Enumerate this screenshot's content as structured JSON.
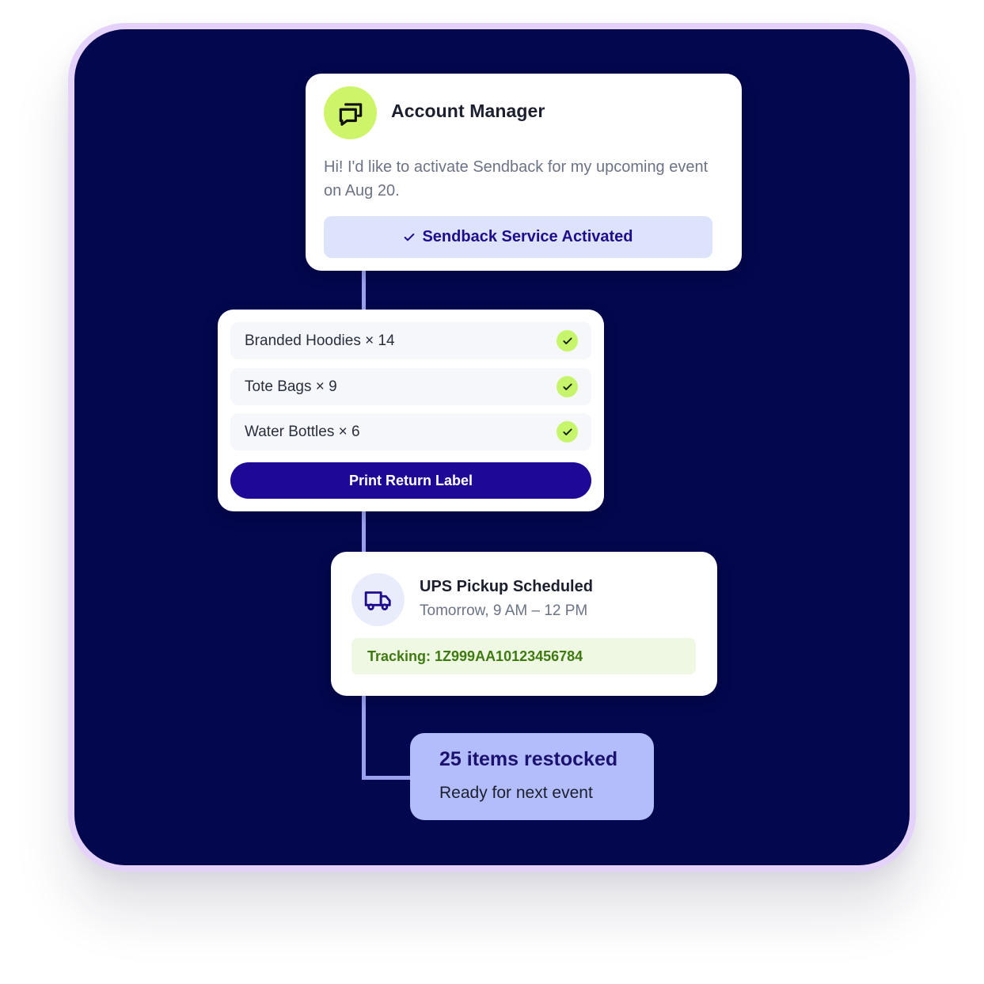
{
  "account_card": {
    "title": "Account Manager",
    "message": "Hi! I'd like to activate Sendback for my upcoming event on Aug 20.",
    "status_label": "Sendback Service Activated",
    "avatar_icon": "chat-bubbles-icon",
    "status_icon": "check-icon",
    "avatar_color": "#cef56a"
  },
  "items_card": {
    "items": [
      {
        "label": "Branded Hoodies × 14",
        "status_icon": "check-badge-icon"
      },
      {
        "label": "Tote Bags × 9",
        "status_icon": "check-badge-icon"
      },
      {
        "label": "Water Bottles × 6",
        "status_icon": "check-badge-icon"
      }
    ],
    "button_label": "Print Return Label",
    "button_color": "#1e0896"
  },
  "pickup_card": {
    "title": "UPS Pickup Scheduled",
    "subtitle": "Tomorrow, 9 AM – 12 PM",
    "tracking": "Tracking: 1Z999AA10123456784",
    "icon": "truck-icon"
  },
  "restock_card": {
    "title": "25 items restocked",
    "subtitle": "Ready for next event"
  },
  "colors": {
    "background": "#03074d",
    "frame": "#e4d2fb",
    "accent_green": "#c6f56b",
    "connector": "#9aa2f0"
  }
}
